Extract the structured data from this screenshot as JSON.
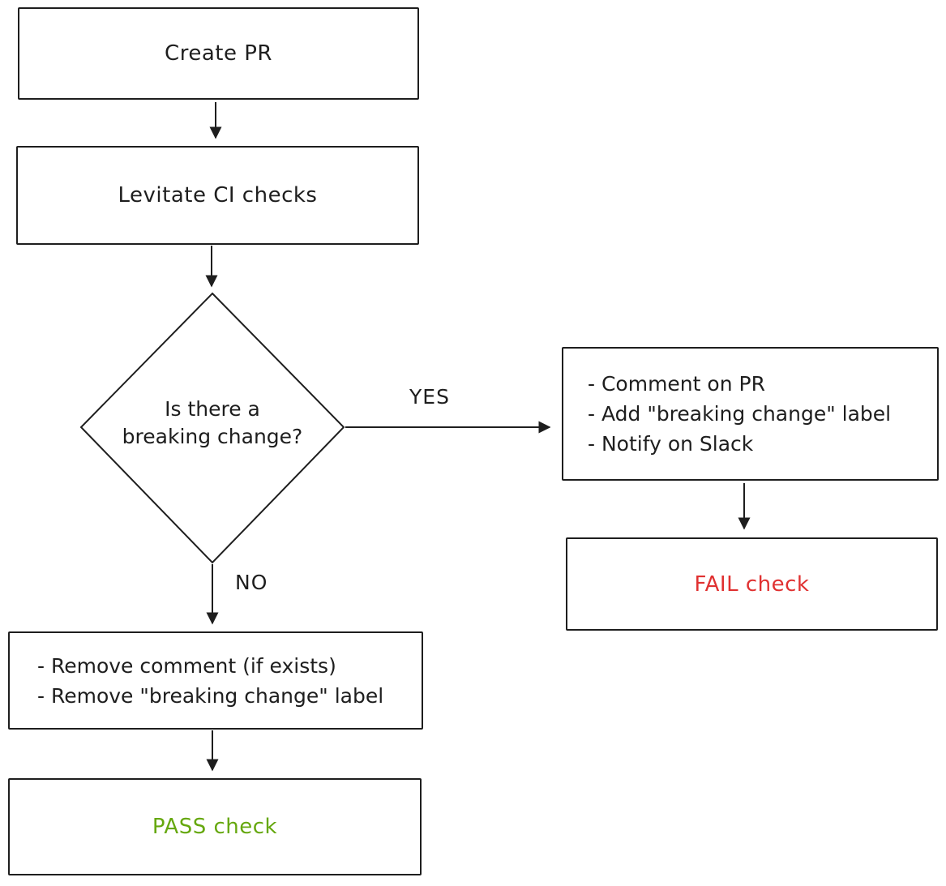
{
  "diagram": {
    "type": "flowchart",
    "colors": {
      "stroke": "#1e1e1e",
      "fail_text": "#e03131",
      "pass_text": "#66a80f",
      "background": "#ffffff"
    },
    "nodes": {
      "create_pr": {
        "label": "Create PR"
      },
      "ci_checks": {
        "label": "Levitate CI checks"
      },
      "decision": {
        "line1": "Is there a",
        "line2": "breaking change?"
      },
      "yes_actions": {
        "lines": [
          "- Comment on PR",
          "- Add \"breaking change\" label",
          "- Notify on Slack"
        ]
      },
      "fail": {
        "label": "FAIL check"
      },
      "no_actions": {
        "lines": [
          "- Remove comment (if exists)",
          "- Remove \"breaking change\" label"
        ]
      },
      "pass": {
        "label": "PASS check"
      }
    },
    "edge_labels": {
      "yes": "YES",
      "no": "NO"
    }
  }
}
